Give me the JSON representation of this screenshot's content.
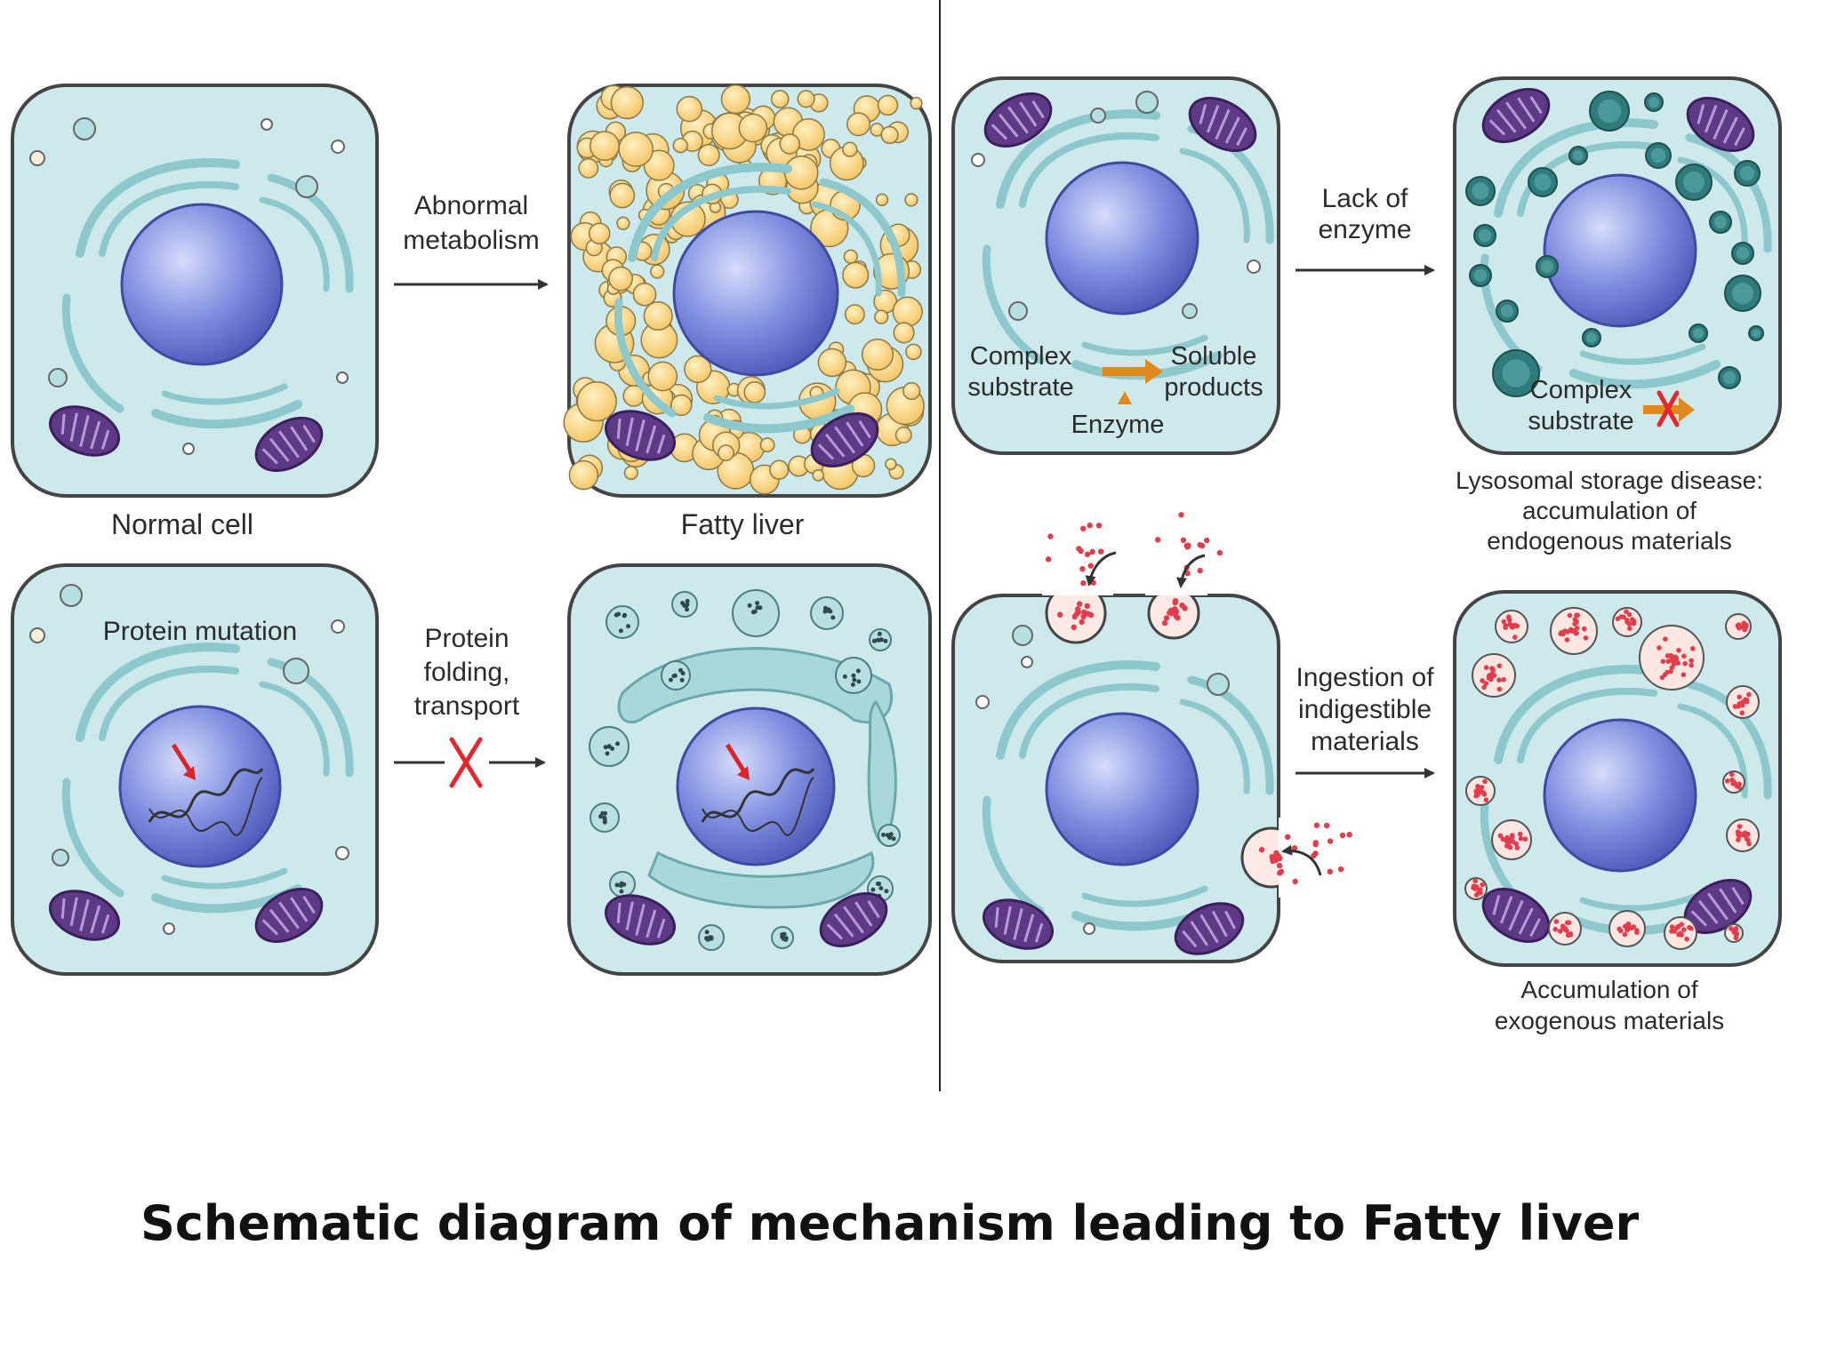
{
  "caption": "Schematic diagram of mechanism leading to Fatty liver",
  "labels": {
    "normal_cell": "Normal cell",
    "fatty_liver": "Fatty liver",
    "abnormal_metabolism_1": "Abnormal",
    "abnormal_metabolism_2": "metabolism",
    "protein_mutation": "Protein mutation",
    "protein_folding_1": "Protein",
    "protein_folding_2": "folding,",
    "protein_folding_3": "transport",
    "complex_substrate_1": "Complex",
    "complex_substrate_2": "substrate",
    "soluble_products_1": "Soluble",
    "soluble_products_2": "products",
    "enzyme": "Enzyme",
    "lack_of_enzyme_1": "Lack of",
    "lack_of_enzyme_2": "enzyme",
    "lysosomal_1": "Lysosomal storage disease:",
    "lysosomal_2": "accumulation of",
    "lysosomal_3": "endogenous materials",
    "ingestion_1": "Ingestion of",
    "ingestion_2": "indigestible",
    "ingestion_3": "materials",
    "exogenous_1": "Accumulation of",
    "exogenous_2": "exogenous materials"
  },
  "colors": {
    "cytoplasm": "#cde9ec",
    "membrane": "#444444",
    "nucleus": "#5f6fd0",
    "er": "#9fd2d6",
    "mitochondria": "#5e3a86",
    "fat": "#f8d27a",
    "block": "#e0282d",
    "arrow": "#333333",
    "enzyme_arrow": "#e08a1e",
    "particles": "#e23d4d",
    "lysosome": "#2f7b7b"
  }
}
